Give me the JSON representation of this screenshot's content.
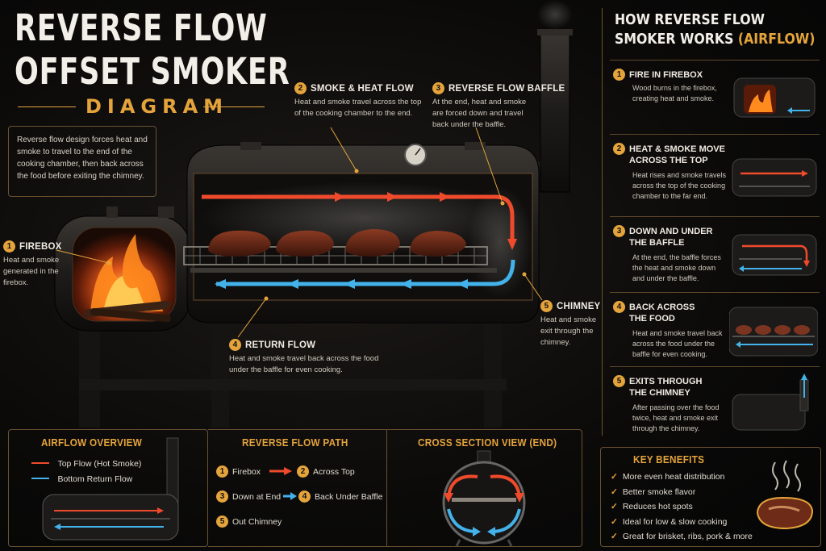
{
  "header": {
    "title_line1": "REVERSE FLOW",
    "title_line2": "OFFSET SMOKER",
    "subtitle": "DIAGRAM",
    "intro": "Reverse flow design forces heat and smoke to travel to the end of the cooking chamber, then back across the food before exiting the chimney."
  },
  "callouts": [
    {
      "num": "1",
      "title": "FIREBOX",
      "text": "Heat and smoke generated in the firebox."
    },
    {
      "num": "2",
      "title": "SMOKE & HEAT FLOW",
      "text": "Heat and smoke travel across the top of the cooking chamber to the end."
    },
    {
      "num": "3",
      "title": "REVERSE FLOW BAFFLE",
      "text": "At the end, heat and smoke are forced down and travel back under the baffle."
    },
    {
      "num": "4",
      "title": "RETURN FLOW",
      "text": "Heat and smoke travel back across the food under the baffle for even cooking."
    },
    {
      "num": "5",
      "title": "CHIMNEY",
      "text": "Heat and smoke exit through the chimney."
    }
  ],
  "how_it_works": {
    "title_line1": "HOW REVERSE FLOW",
    "title_line2a": "SMOKER WORKS ",
    "title_line2b": "(AIRFLOW)",
    "steps": [
      {
        "num": "1",
        "title1": "FIRE IN FIREBOX",
        "title2": "",
        "text": "Wood burns in the firebox, creating heat and smoke."
      },
      {
        "num": "2",
        "title1": "HEAT & SMOKE MOVE",
        "title2": "ACROSS THE TOP",
        "text": "Heat rises and smoke travels across the top of the cooking chamber to the far end."
      },
      {
        "num": "3",
        "title1": "DOWN AND UNDER",
        "title2": "THE BAFFLE",
        "text": "At the end, the baffle forces the heat and smoke down and under the baffle."
      },
      {
        "num": "4",
        "title1": "BACK ACROSS",
        "title2": "THE FOOD",
        "text": "Heat and smoke travel back across the food under the baffle for even cooking."
      },
      {
        "num": "5",
        "title1": "EXITS THROUGH",
        "title2": "THE CHIMNEY",
        "text": "After passing over the food twice, heat and smoke exit through the chimney."
      }
    ]
  },
  "airflow_overview": {
    "title": "AIRFLOW OVERVIEW",
    "legend": [
      {
        "label": "Top Flow (Hot Smoke)",
        "color": "#e8402a"
      },
      {
        "label": "Bottom Return Flow",
        "color": "#3aa6e0"
      }
    ]
  },
  "reverse_flow_path": {
    "title": "REVERSE FLOW PATH",
    "items": [
      {
        "num": "1",
        "label": "Firebox"
      },
      {
        "num": "2",
        "label": "Across Top"
      },
      {
        "num": "3",
        "label": "Down at End"
      },
      {
        "num": "4",
        "label": "Back Under Baffle"
      },
      {
        "num": "5",
        "label": "Out Chimney"
      }
    ]
  },
  "cross_section": {
    "title": "CROSS SECTION VIEW (END)"
  },
  "key_benefits": {
    "title": "KEY BENEFITS",
    "items": [
      "More even heat distribution",
      "Better smoke flavor",
      "Reduces hot spots",
      "Ideal for low & slow cooking",
      "Great for brisket, ribs, pork & more"
    ]
  },
  "colors": {
    "accent": "#e5a43b",
    "hot_flow": "#e8402a",
    "return_flow": "#3aa6e0"
  }
}
